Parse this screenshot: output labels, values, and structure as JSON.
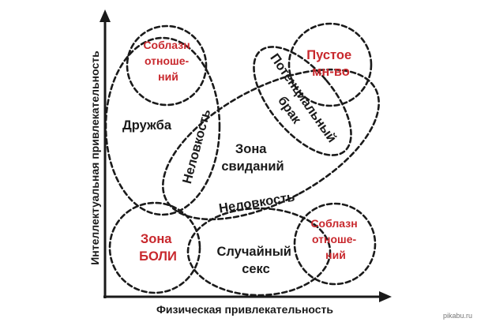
{
  "axes": {
    "x_label": "Физическая привлекательность",
    "y_label": "Интеллектуальная привлекательность"
  },
  "zones": {
    "temptation_top": [
      "Соблазн",
      "отноше-",
      "ний"
    ],
    "empty_set": [
      "Пустое",
      "мн-во"
    ],
    "friendship": "Дружба",
    "potential_marriage": [
      "Потенциальный",
      "брак"
    ],
    "awkward_vertical": "Неловкость",
    "dating_zone": [
      "Зона",
      "свиданий"
    ],
    "awkward_horizontal": "Неловкость",
    "pain_zone": [
      "Зона",
      "БОЛИ"
    ],
    "casual_sex": [
      "Случайный",
      "секс"
    ],
    "temptation_bottom": [
      "Соблазн",
      "отноше-",
      "ний"
    ]
  },
  "colors": {
    "ink": "#1a1a1a",
    "accent": "#c8282d"
  },
  "watermark": "pikabu.ru"
}
